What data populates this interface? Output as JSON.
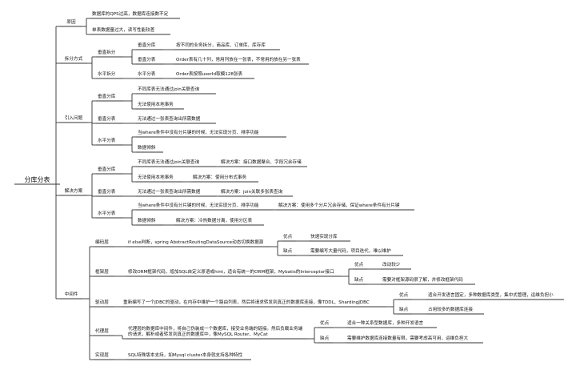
{
  "root": "分库分表",
  "sections": {
    "reason": {
      "label": "原因",
      "items": [
        "数据库的QPS过高，数据库连接数不足",
        "单表数据量过大，读写性能较差"
      ]
    },
    "method": {
      "label": "拆分方式",
      "vertical": {
        "label": "垂直拆分",
        "db": {
          "label": "垂直分库",
          "text": "按不同的业务拆分，商品库、订单库、库存库"
        },
        "table": {
          "label": "垂直分表",
          "text": "Order表有几十列，常用列放在一张表，不常用的放在另一张表"
        }
      },
      "horizontal": {
        "label": "水平拆分",
        "table": {
          "label": "水平分表",
          "text": "Order表按照userId取模128张表"
        }
      }
    },
    "problems": {
      "label": "引入问题",
      "vdb": {
        "label": "垂直分库",
        "items": [
          "不同库表无法通过join关联查询",
          "无法使用本地事务"
        ]
      },
      "vtable": {
        "label": "垂直分表",
        "items": [
          "无法通过一张表查询出所需数据"
        ]
      },
      "htable": {
        "label": "水平分表",
        "items": [
          "当where条件中没有分片键的时候，无法实现分页、排序功能",
          "数据倾斜"
        ]
      }
    },
    "solutions": {
      "label": "解决方案",
      "vdb": {
        "label": "垂直分库",
        "items": [
          {
            "problem": "不同库表无法通过join关联查询",
            "solution": "解决方案：接口数据聚合、字段冗余存储"
          },
          {
            "problem": "无法使用本地事务",
            "solution": "解决方案：使用分布式事务"
          }
        ]
      },
      "vtable": {
        "label": "垂直分表",
        "items": [
          {
            "problem": "无法通过一张表查询出所需数据",
            "solution": "解决方案：join关联多张表查询"
          }
        ]
      },
      "htable": {
        "label": "水平分表",
        "items": [
          {
            "problem": "当where条件中没有分片键的时候，无法实现分页、排序功能",
            "solution": "解决方案：使用多个分片冗余存储，保证where条件有分片键"
          },
          {
            "problem": "数据倾斜",
            "solution": "解决方案：冷热数据分离，使用分区表"
          }
        ]
      }
    },
    "middleware": {
      "label": "中间件",
      "coding": {
        "label": "编码层",
        "desc": "if else判断，spring AbstractRoutingDataSource动态切换数据源",
        "pros_label": "优点",
        "pros": "快速实现分库",
        "cons_label": "缺点",
        "cons": "需要编写大量代码，项目迭代，难以维护"
      },
      "framework": {
        "label": "框架层",
        "desc": "修改ORM框架代码，增加SQL自定义原语或hint，适合有统一的ORM框架，Mybatis的Interceptor接口",
        "pros_label": "优点",
        "pros": "改动较少",
        "cons_label": "缺点",
        "cons": "需要对框架源码很了解，并修改框架代码"
      },
      "driver": {
        "label": "驱动层",
        "desc": "重新编写了一个JDBC的驱动，在内存中维护一个路由列表，然后将请求转发到真正的数据库连接，像TDDL、ShardingJDBC",
        "pros_label": "优点",
        "pros": "适合开发语言固定，多种数据库类型，集中式管理，运维负担小",
        "cons_label": "缺点",
        "cons": "占用较多的数据库连接"
      },
      "proxy": {
        "label": "代理层",
        "desc": "代理层的数据库中间件，将自己伪装成一个数据库，接受业务端的链接。然后负载业务端的请求，解析或者转发到真正的数据库中，像MySQL Router、MyCat",
        "pros_label": "优点",
        "pros": "适合一种关系型数据库，多种开发语言",
        "cons_label": "缺点",
        "cons": "需要维护数据库连接数量有限，需要考虑高可用，运维负担大"
      },
      "impl": {
        "label": "实现层",
        "desc": "SQL特殊版本支持，如Mysql cluster本身就支持各种特性"
      }
    }
  }
}
